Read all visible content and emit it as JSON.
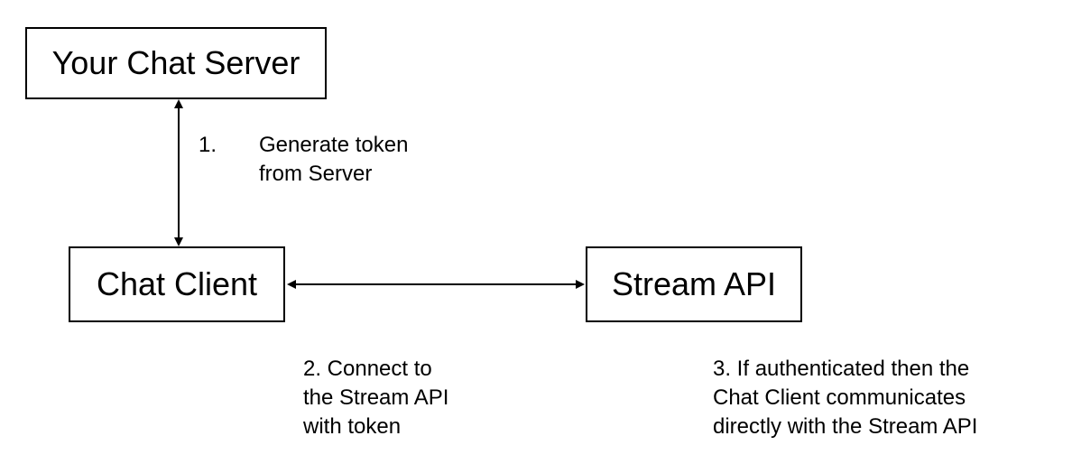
{
  "nodes": {
    "server": {
      "label": "Your Chat Server"
    },
    "client": {
      "label": "Chat Client"
    },
    "api": {
      "label": "Stream API"
    }
  },
  "steps": {
    "step1": {
      "number": "1.",
      "lines": [
        "Generate token",
        "from Server"
      ]
    },
    "step2": {
      "lines": [
        "2. Connect to",
        "the Stream API",
        "with token"
      ]
    },
    "step3": {
      "lines": [
        "3. If authenticated then the",
        "Chat Client communicates",
        "directly with the Stream API"
      ]
    }
  },
  "colors": {
    "line": "#000000",
    "background": "#ffffff"
  }
}
